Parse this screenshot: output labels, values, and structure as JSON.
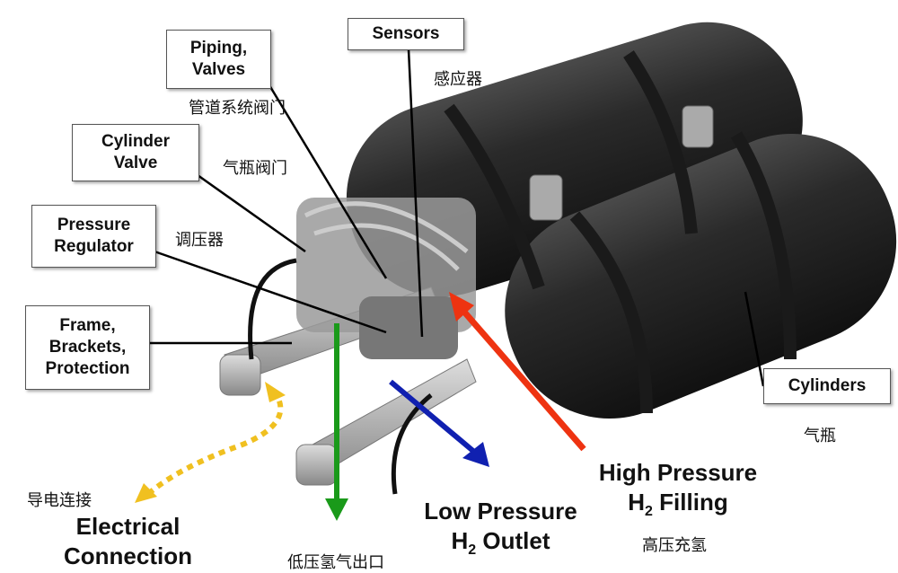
{
  "labels": {
    "piping": {
      "line1": "Piping,",
      "line2": "Valves",
      "cn": "管道系统阀门"
    },
    "sensors": {
      "text": "Sensors",
      "cn": "感应器"
    },
    "cylinder_valve": {
      "line1": "Cylinder",
      "line2": "Valve",
      "cn": "气瓶阀门"
    },
    "pressure_regulator": {
      "line1": "Pressure",
      "line2": "Regulator",
      "cn": "调压器"
    },
    "frame": {
      "line1": "Frame,",
      "line2": "Brackets,",
      "line3": "Protection"
    },
    "cylinders": {
      "text": "Cylinders",
      "cn": "气瓶"
    },
    "electrical": {
      "cn": "导电连接",
      "line1": "Electrical",
      "line2": "Connection"
    },
    "low_pressure": {
      "line1": "Low Pressure",
      "h": "H",
      "sub": "2",
      "line2": " Outlet",
      "cn": "低压氢气出口"
    },
    "high_pressure": {
      "line1": "High Pressure",
      "h": "H",
      "sub": "2",
      "line2": " Filling",
      "cn": "高压充氢"
    }
  },
  "colors": {
    "low_pressure_arrow": "#1a9a1a",
    "outlet_arrow": "#1020b0",
    "filling_arrow": "#ee3311",
    "electrical_arrow": "#f0c020"
  }
}
